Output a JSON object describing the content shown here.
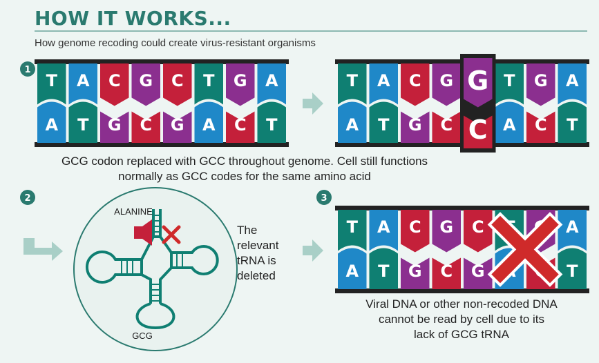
{
  "header": {
    "title": "HOW IT WORKS...",
    "subtitle": "How genome recoding could create virus-resistant organisms"
  },
  "colors": {
    "T": "#0f7f72",
    "A": "#1f88c8",
    "C": "#c4203a",
    "G": "#8b2f8f",
    "rail": "#222222",
    "accent": "#2a7a6f",
    "arrow": "#a9cfc7",
    "cross": "#cf2a2a"
  },
  "step1": {
    "number": "1",
    "strand_before": {
      "top": [
        "T",
        "A",
        "C",
        "G",
        "C",
        "T",
        "G",
        "A"
      ],
      "bottom": [
        "A",
        "T",
        "G",
        "C",
        "G",
        "A",
        "C",
        "T"
      ]
    },
    "strand_after": {
      "top": [
        "T",
        "A",
        "C",
        "G",
        "G",
        "T",
        "G",
        "A"
      ],
      "bottom": [
        "A",
        "T",
        "G",
        "C",
        "C",
        "A",
        "C",
        "T"
      ],
      "highlight_index": 4
    },
    "caption_line1": "GCG codon replaced with GCC throughout genome. Cell still functions",
    "caption_line2": "normally as GCC codes for the same amino acid"
  },
  "step2": {
    "number": "2",
    "amino_label": "ALANINE",
    "anticodon_label": "GCG",
    "side_text": [
      "The",
      "relevant",
      "tRNA is",
      "deleted"
    ]
  },
  "step3": {
    "number": "3",
    "strand": {
      "top": [
        "T",
        "A",
        "C",
        "G",
        "C",
        "T",
        "G",
        "A"
      ],
      "bottom": [
        "A",
        "T",
        "G",
        "C",
        "G",
        "A",
        "C",
        "T"
      ],
      "crossed_indices": [
        5,
        6
      ]
    },
    "caption": [
      "Viral DNA or other non-recoded DNA",
      "cannot be read by cell due to its",
      "lack of GCG tRNA"
    ]
  }
}
